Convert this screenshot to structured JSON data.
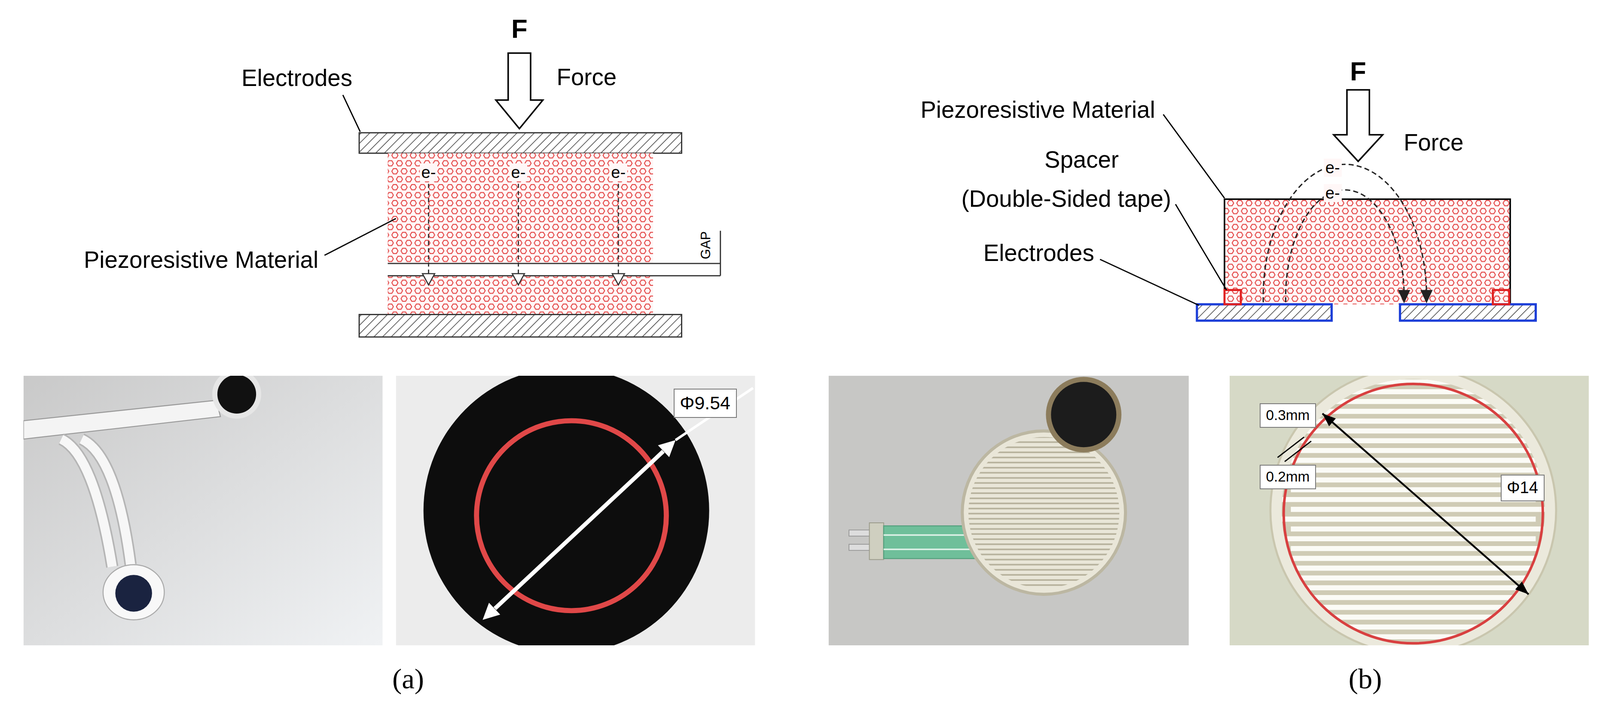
{
  "diagram": {
    "nodes": [
      {
        "text": [
          "Φ9.54"
        ]
      },
      {
        "text": [
          "0.3mm"
        ]
      },
      {
        "text": [
          "0.2mm"
        ]
      },
      {
        "text": [
          "Φ14"
        ]
      }
    ],
    "labels": [
      "F",
      "Force",
      "Electrodes",
      "Piezoresistive Material",
      "GAP",
      "e-",
      "e-",
      "e-",
      "F",
      "Force",
      "Piezoresistive Material",
      "Spacer",
      "(Double-Sided tape)",
      "Electrodes",
      "e-",
      "e-",
      "(a)",
      "(b)"
    ]
  }
}
